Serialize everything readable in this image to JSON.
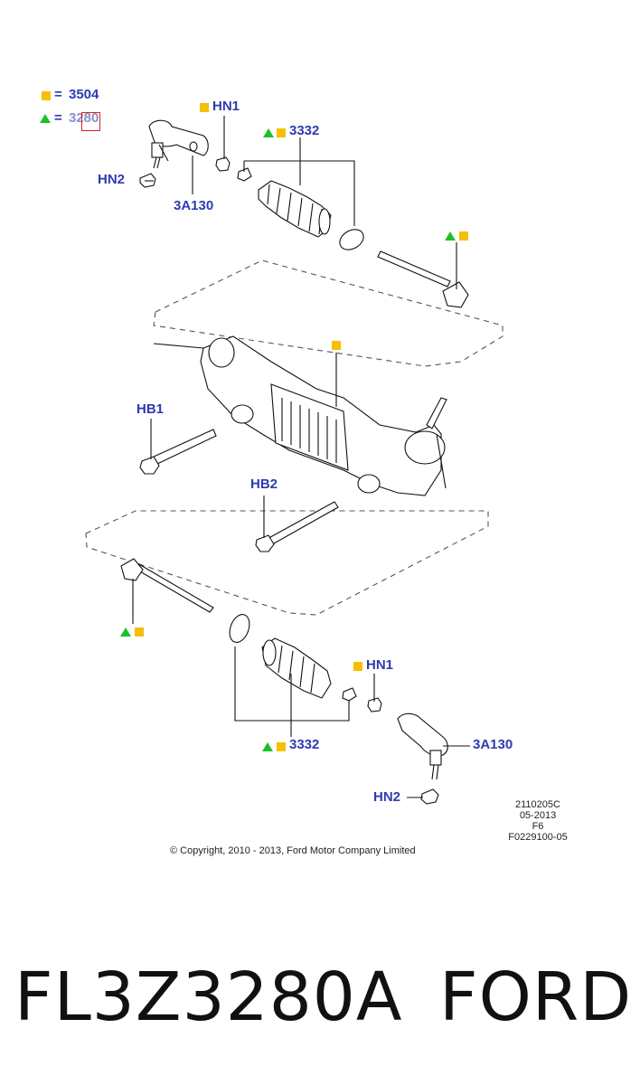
{
  "legend": {
    "square_value": "3504",
    "triangle_value": "3280",
    "equals": "="
  },
  "labels": {
    "hn1_top": "HN1",
    "n3332_top": "3332",
    "hn2_top": "HN2",
    "n3a130_top": "3A130",
    "hb1": "HB1",
    "hb2": "HB2",
    "hn1_bottom": "HN1",
    "n3a130_bottom": "3A130",
    "hn2_bottom": "HN2",
    "n3332_bottom": "3332"
  },
  "meta": {
    "line1": "2110205C",
    "line2": "05-2013",
    "line3": "F6",
    "line4": "F0229100-05",
    "copyright": "© Copyright, 2010 - 2013, Ford Motor Company Limited"
  },
  "caption": {
    "part_number": "FL3Z3280A",
    "brand": "FORD"
  },
  "colors": {
    "label_blue": "#2e3bb0",
    "square_yellow": "#f5c000",
    "triangle_green": "#1fbf2a",
    "highlight_red": "#e02020"
  }
}
